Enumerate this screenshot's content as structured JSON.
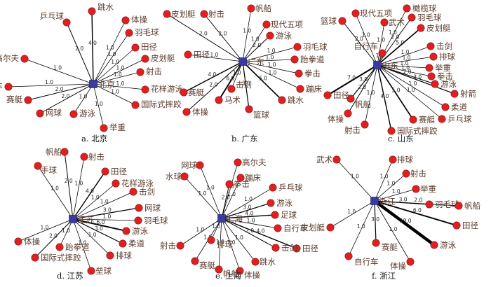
{
  "colors": {
    "node": "#e02020",
    "node_stroke": "#8a1010",
    "hub": "#3a3aa0",
    "edge": "#000000"
  },
  "networks": [
    {
      "id": "beijing",
      "hub": "北京",
      "caption": "a. 北京",
      "edges": [
        {
          "label": "跳水",
          "weight": "4.0"
        },
        {
          "label": "乒乓球",
          "weight": "2.0"
        },
        {
          "label": "体操",
          "weight": "1.0"
        },
        {
          "label": "羽毛球",
          "weight": "1.0"
        },
        {
          "label": "田径",
          "weight": "1.0"
        },
        {
          "label": "皮划艇",
          "weight": "1.0"
        },
        {
          "label": "射击",
          "weight": "1.0"
        },
        {
          "label": "花样游泳",
          "weight": "1.0"
        },
        {
          "label": "国际式摔跤",
          "weight": "1.0"
        },
        {
          "label": "举重",
          "weight": "1.0"
        },
        {
          "label": "游泳",
          "weight": "1.0"
        },
        {
          "label": "网球",
          "weight": "2.0"
        },
        {
          "label": "赛艇",
          "weight": "2.0"
        },
        {
          "label": "自行车",
          "weight": "1.0"
        },
        {
          "label": "高尔夫",
          "weight": "1.0"
        }
      ]
    },
    {
      "id": "guangdong",
      "hub": "广东",
      "caption": "b. 广东",
      "edges": [
        {
          "label": "皮划艇",
          "weight": "2.0"
        },
        {
          "label": "射击",
          "weight": "2.0"
        },
        {
          "label": "帆船",
          "weight": "1.0"
        },
        {
          "label": "现代五项",
          "weight": "1.0"
        },
        {
          "label": "游泳",
          "weight": "2.0"
        },
        {
          "label": "羽毛球",
          "weight": "1.0"
        },
        {
          "label": "跆拳道",
          "weight": "1.0"
        },
        {
          "label": "拳击",
          "weight": "1.0"
        },
        {
          "label": "蹦床",
          "weight": "1.0"
        },
        {
          "label": "跳水",
          "weight": "5.0"
        },
        {
          "label": "篮球",
          "weight": "3.0"
        },
        {
          "label": "击剑",
          "weight": "1.0"
        },
        {
          "label": "马术",
          "weight": "6.0"
        },
        {
          "label": "体操",
          "weight": "2.0"
        },
        {
          "label": "赛艇",
          "weight": "4.0"
        },
        {
          "label": "田径",
          "weight": "1.0"
        }
      ]
    },
    {
      "id": "shandong",
      "hub": "山东",
      "caption": "c. 山东",
      "edges": [
        {
          "label": "篮球",
          "weight": "2.0"
        },
        {
          "label": "现代五项",
          "weight": "1.0"
        },
        {
          "label": "武术",
          "weight": "1.0"
        },
        {
          "label": "橄榄球",
          "weight": "1.0"
        },
        {
          "label": "羽毛球",
          "weight": "2.0"
        },
        {
          "label": "皮划艇",
          "weight": "5.0"
        },
        {
          "label": "自行车",
          "weight": "1.0"
        },
        {
          "label": "击剑",
          "weight": "1.0"
        },
        {
          "label": "排球",
          "weight": "1.0"
        },
        {
          "label": "举重",
          "weight": "1.0"
        },
        {
          "label": "拳击",
          "weight": "1.0"
        },
        {
          "label": "游泳",
          "weight": "2.0"
        },
        {
          "label": "射箭",
          "weight": "3.0"
        },
        {
          "label": "柔道",
          "weight": "1.0"
        },
        {
          "label": "乒乓球",
          "weight": "1.0"
        },
        {
          "label": "赛艇",
          "weight": "5.0"
        },
        {
          "label": "国际式摔跤",
          "weight": "4.0"
        },
        {
          "label": "射击",
          "weight": "1.0"
        },
        {
          "label": "帆船",
          "weight": "3.0"
        },
        {
          "label": "体操",
          "weight": "2.0"
        },
        {
          "label": "田径",
          "weight": "7.0"
        }
      ]
    },
    {
      "id": "jiangsu",
      "hub": "江苏",
      "caption": "d. 江苏",
      "edges": [
        {
          "label": "手球",
          "weight": "1.0"
        },
        {
          "label": "帆船",
          "weight": "2.0"
        },
        {
          "label": "射击",
          "weight": "1.0"
        },
        {
          "label": "田径",
          "weight": "4.0"
        },
        {
          "label": "花样游泳",
          "weight": "1.0"
        },
        {
          "label": "击剑",
          "weight": "1.0"
        },
        {
          "label": "网球",
          "weight": "3.0"
        },
        {
          "label": "羽毛球",
          "weight": "1.0"
        },
        {
          "label": "游泳",
          "weight": "6.0"
        },
        {
          "label": "柔道",
          "weight": "3.0"
        },
        {
          "label": "排球",
          "weight": "1.0"
        },
        {
          "label": "垒球",
          "weight": "1.0"
        },
        {
          "label": "跆拳道",
          "weight": "1.0"
        },
        {
          "label": "国际式摔跤",
          "weight": "2.0"
        },
        {
          "label": "体操",
          "weight": "1.0"
        }
      ]
    },
    {
      "id": "shanghai",
      "hub": "上海",
      "caption": "e. 上海",
      "edges": [
        {
          "label": "水球",
          "weight": "1.0"
        },
        {
          "label": "网球",
          "weight": "1.0"
        },
        {
          "label": "拳击",
          "weight": "2.0"
        },
        {
          "label": "高尔夫",
          "weight": "1.0"
        },
        {
          "label": "蹦床",
          "weight": "1.0"
        },
        {
          "label": "乒乓球",
          "weight": "1.0"
        },
        {
          "label": "游泳",
          "weight": "3.0"
        },
        {
          "label": "足球",
          "weight": "4.0"
        },
        {
          "label": "自行车",
          "weight": "1.0"
        },
        {
          "label": "田径",
          "weight": "4.0"
        },
        {
          "label": "击剑",
          "weight": "2.0"
        },
        {
          "label": "跳水",
          "weight": "1.0"
        },
        {
          "label": "体操",
          "weight": "1.0"
        },
        {
          "label": "帆船",
          "weight": "1.0"
        },
        {
          "label": "赛艇",
          "weight": "1.0"
        },
        {
          "label": "排球",
          "weight": "1.0"
        },
        {
          "label": "射击",
          "weight": "1.0"
        }
      ]
    },
    {
      "id": "zhejiang",
      "hub": "浙江",
      "caption": "f. 浙江",
      "edges": [
        {
          "label": "武术",
          "weight": "1.0"
        },
        {
          "label": "排球",
          "weight": "1.0"
        },
        {
          "label": "射击",
          "weight": "1.0"
        },
        {
          "label": "举重",
          "weight": "1.0"
        },
        {
          "label": "羽毛球",
          "weight": "3.0"
        },
        {
          "label": "帆船",
          "weight": "2.0"
        },
        {
          "label": "田径",
          "weight": "6.0"
        },
        {
          "label": "游泳",
          "weight": "19.0"
        },
        {
          "label": "体操",
          "weight": "1.0"
        },
        {
          "label": "赛艇",
          "weight": "3.0"
        },
        {
          "label": "自行车",
          "weight": "1.0"
        },
        {
          "label": "皮划艇",
          "weight": "1.0"
        }
      ]
    }
  ]
}
